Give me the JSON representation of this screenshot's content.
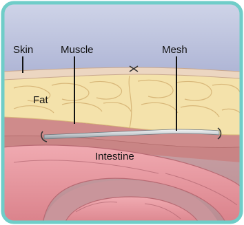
{
  "figure": {
    "labels": {
      "skin": "Skin",
      "muscle": "Muscle",
      "mesh": "Mesh",
      "fat": "Fat",
      "intestine": "Intestine"
    },
    "colors": {
      "border": "#6fcdc8",
      "sky": "#bcc3dc",
      "skin": "#ecd7c2",
      "fat": "#f6e4ae",
      "muscle": "#d59393",
      "intestine": "#e79aa1",
      "mesh": "#d9dde0"
    }
  }
}
